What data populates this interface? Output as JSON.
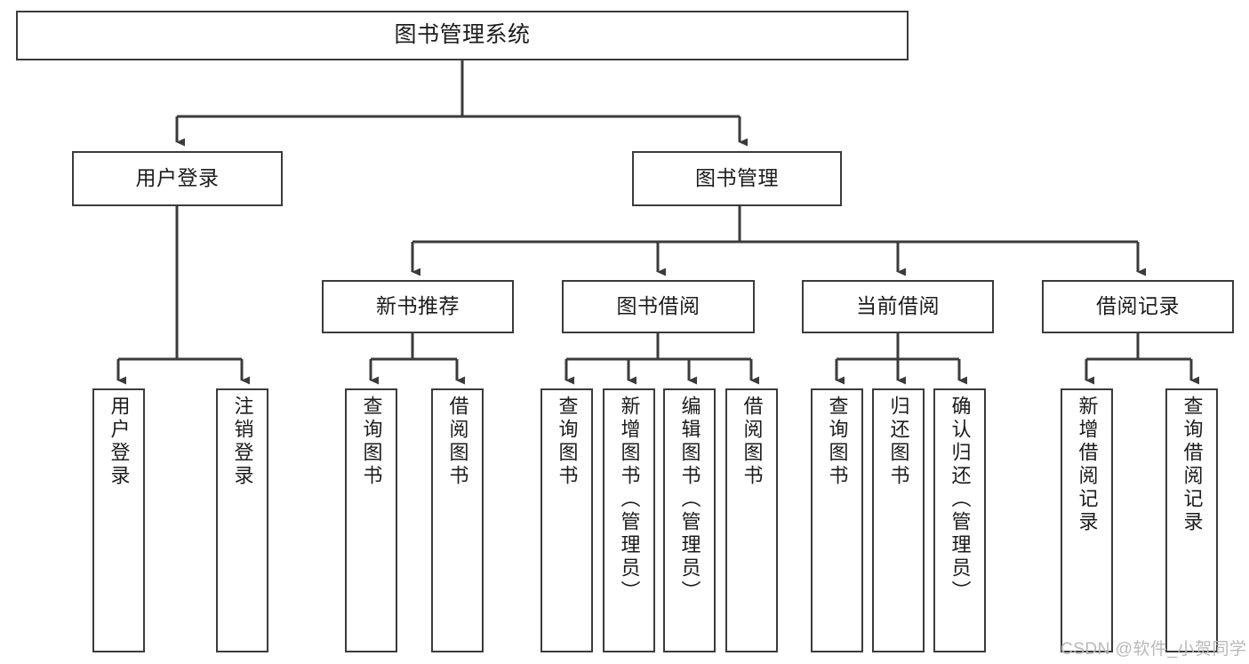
{
  "diagram": {
    "title": "图书管理系统",
    "root": {
      "id": "root",
      "label": "图书管理系统"
    },
    "level2": [
      {
        "id": "user-login",
        "label": "用户登录"
      },
      {
        "id": "book-management",
        "label": "图书管理"
      }
    ],
    "level3": [
      {
        "id": "new-book-recommend",
        "label": "新书推荐"
      },
      {
        "id": "book-borrow",
        "label": "图书借阅"
      },
      {
        "id": "current-borrow",
        "label": "当前借阅"
      },
      {
        "id": "borrow-record",
        "label": "借阅记录"
      }
    ],
    "leaves": [
      {
        "id": "leaf-user-login",
        "label": "用户登录",
        "parent": "user-login"
      },
      {
        "id": "leaf-user-logout",
        "label": "注销登录",
        "parent": "user-login"
      },
      {
        "id": "leaf-query-book-1",
        "label": "查询图书",
        "parent": "new-book-recommend"
      },
      {
        "id": "leaf-borrow-book-1",
        "label": "借阅图书",
        "parent": "new-book-recommend"
      },
      {
        "id": "leaf-query-book-2",
        "label": "查询图书",
        "parent": "book-borrow"
      },
      {
        "id": "leaf-add-book",
        "label": "新增图书（管理员）",
        "parent": "book-borrow"
      },
      {
        "id": "leaf-edit-book",
        "label": "编辑图书（管理员）",
        "parent": "book-borrow"
      },
      {
        "id": "leaf-borrow-book-2",
        "label": "借阅图书",
        "parent": "book-borrow"
      },
      {
        "id": "leaf-query-book-3",
        "label": "查询图书",
        "parent": "current-borrow"
      },
      {
        "id": "leaf-return-book",
        "label": "归还图书",
        "parent": "current-borrow"
      },
      {
        "id": "leaf-confirm-return",
        "label": "确认归还（管理员）",
        "parent": "current-borrow"
      },
      {
        "id": "leaf-add-record",
        "label": "新增借阅记录",
        "parent": "borrow-record"
      },
      {
        "id": "leaf-query-record",
        "label": "查询借阅记录",
        "parent": "borrow-record"
      }
    ],
    "watermark": "CSDN @软件_小贺同学",
    "colors": {
      "box_border": "#3b3b3b",
      "box_fill": "#ffffff",
      "edge": "#3b3b3b",
      "text": "#1c1c1c",
      "watermark": "#b9b9b9",
      "background": "#ffffff"
    }
  }
}
